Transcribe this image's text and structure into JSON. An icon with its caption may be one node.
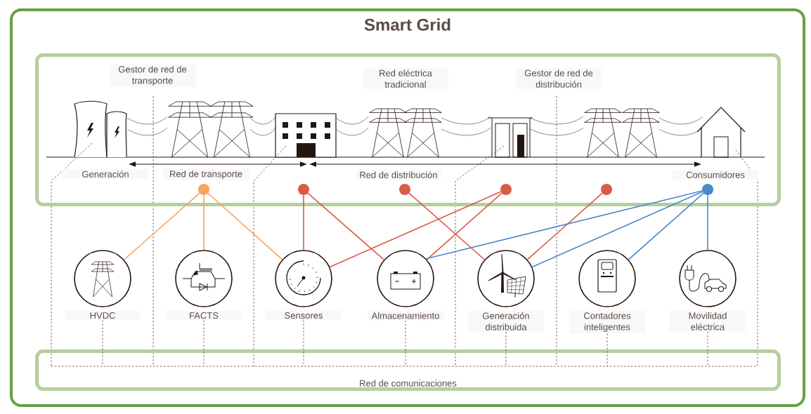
{
  "diagram": {
    "nodes": [
      {
        "text": [
          "Smart Grid"
        ]
      },
      {
        "text": [],
        "shape": "box",
        "in": 0
      },
      {
        "text": [],
        "shape": "circle",
        "in": 1
      },
      {
        "text": [],
        "shape": "circle",
        "in": 1
      },
      {
        "text": [],
        "shape": "circle",
        "in": 1
      },
      {
        "text": [],
        "shape": "circle",
        "in": 1
      },
      {
        "text": [],
        "shape": "circle",
        "in": 1
      },
      {
        "text": [],
        "shape": "circle",
        "in": 1
      },
      {
        "text": [
          "HVDC"
        ],
        "in": 0
      },
      {
        "text": [
          "FACTS"
        ],
        "in": 0
      },
      {
        "text": [
          "Sensores"
        ],
        "in": 0
      },
      {
        "text": [
          "Almacenamiento"
        ],
        "in": 0
      },
      {
        "text": [
          "Generación distribuida"
        ],
        "in": 0
      },
      {
        "text": [
          "Contadores inteligentes"
        ],
        "in": 0
      },
      {
        "text": [
          "Movilidad eléctrica"
        ],
        "in": 0
      },
      {
        "text": [
          "Red de comunicaciones"
        ],
        "in": 0
      }
    ],
    "edges": [
      {
        "from": 2,
        "to": 8,
        "arrow": "none",
        "color": "#f7a35c"
      },
      {
        "from": 2,
        "to": 9,
        "arrow": "none",
        "color": "#f7a35c"
      },
      {
        "from": 2,
        "to": 10,
        "arrow": "none",
        "color": "#f7a35c"
      },
      {
        "from": 3,
        "to": 10,
        "arrow": "none",
        "color": "#d95c48"
      },
      {
        "from": 3,
        "to": 11,
        "arrow": "none",
        "color": "#d95c48"
      },
      {
        "from": 4,
        "to": 12,
        "arrow": "none",
        "color": "#d95c48"
      },
      {
        "from": 5,
        "to": 10,
        "arrow": "none",
        "color": "#d95c48"
      },
      {
        "from": 5,
        "to": 11,
        "arrow": "none",
        "color": "#d95c48"
      },
      {
        "from": 6,
        "to": 12,
        "arrow": "none",
        "color": "#d95c48"
      },
      {
        "from": 7,
        "to": 11,
        "arrow": "none",
        "color": "#4a88c9"
      },
      {
        "from": 7,
        "to": 12,
        "arrow": "none",
        "color": "#4a88c9"
      },
      {
        "from": 7,
        "to": 13,
        "arrow": "none",
        "color": "#4a88c9"
      },
      {
        "from": 7,
        "to": 14,
        "arrow": "none",
        "color": "#4a88c9"
      },
      {
        "from": 8,
        "to": 15,
        "arrow": "none",
        "style": "dashed"
      },
      {
        "from": 9,
        "to": 15,
        "arrow": "none",
        "style": "dashed"
      },
      {
        "from": 10,
        "to": 15,
        "arrow": "none",
        "style": "dashed"
      },
      {
        "from": 11,
        "to": 15,
        "arrow": "none",
        "style": "dashed"
      },
      {
        "from": 12,
        "to": 15,
        "arrow": "none",
        "style": "dashed"
      },
      {
        "from": 13,
        "to": 15,
        "arrow": "none",
        "style": "dashed"
      },
      {
        "from": 14,
        "to": 15,
        "arrow": "none",
        "style": "dashed"
      }
    ],
    "labels": [
      "Gestor de red de transporte",
      "Red eléctrica tradicional",
      "Gestor de red de distribución",
      "Generación",
      "Red de transporte",
      "Red de distribución",
      "Consumidores"
    ]
  }
}
